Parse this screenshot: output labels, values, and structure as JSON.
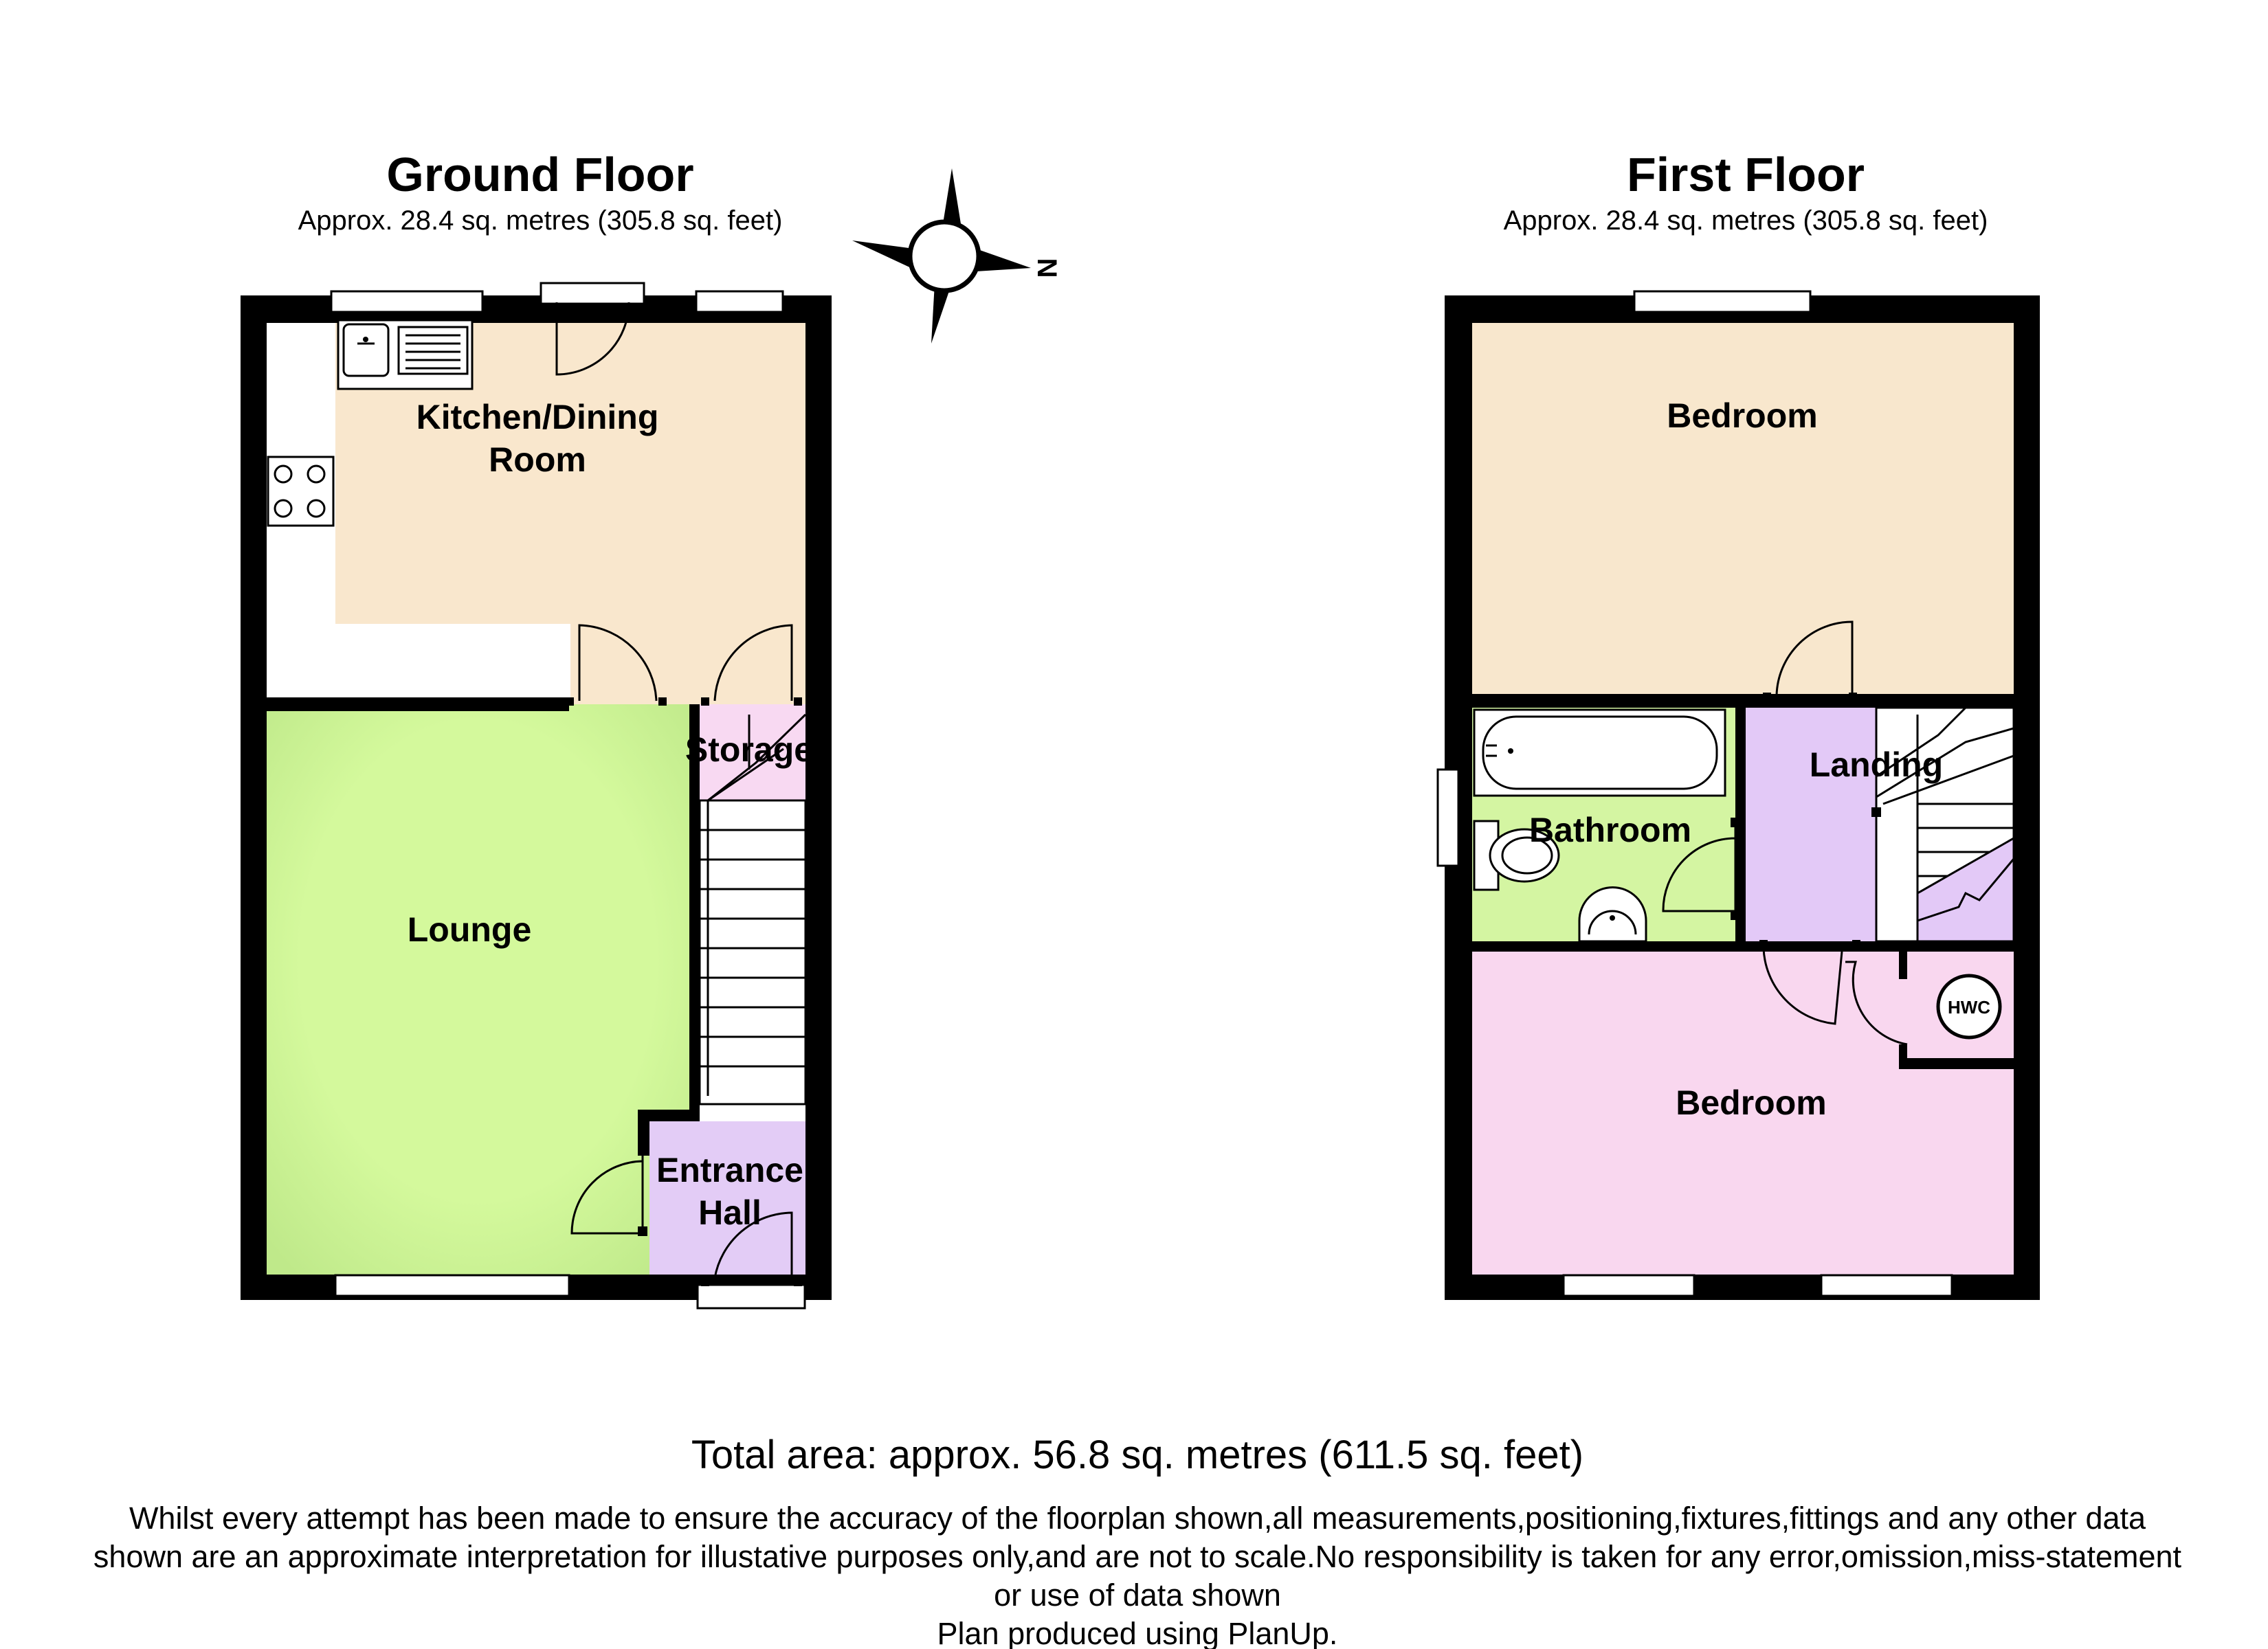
{
  "ground_floor": {
    "title": "Ground Floor",
    "area": "Approx.  28.4 sq. metres (305.8 sq. feet)",
    "rooms": {
      "kitchen_line1": "Kitchen/Dining",
      "kitchen_line2": "Room",
      "lounge": "Lounge",
      "storage": "Storage",
      "hall_line1": "Entrance",
      "hall_line2": "Hall"
    }
  },
  "first_floor": {
    "title": "First Floor",
    "area": "Approx.  28.4 sq. metres (305.8 sq. feet)",
    "rooms": {
      "bedroom_top": "Bedroom",
      "bathroom": "Bathroom",
      "landing": "Landing",
      "bedroom_bottom": "Bedroom",
      "hwc": "HWC"
    }
  },
  "compass": {
    "north_label": "N"
  },
  "total_area": "Total area: approx.  56.8 sq. metres (611.5 sq. feet)",
  "disclaimer": {
    "line1": "Whilst every attempt has been made to ensure the accuracy of the floorplan shown,all measurements,positioning,fixtures,fittings and any other data",
    "line2": "shown are an approximate interpretation for illustative purposes only,and are not to scale.No responsibility is taken for any error,omission,miss-statement",
    "line3": "or use of data shown",
    "line4": "Plan produced using PlanUp."
  },
  "colors": {
    "kitchen": "#f9e7cd",
    "lounge": "#d4f99c",
    "storage": "#f8d9f2",
    "hall": "#e3ccf6",
    "bedroom_top": "#f8e7cd",
    "bathroom": "#d4f5a2",
    "landing": "#e3c9f7",
    "bedroom_bottom": "#f9d7ef",
    "wall": "#000000"
  }
}
